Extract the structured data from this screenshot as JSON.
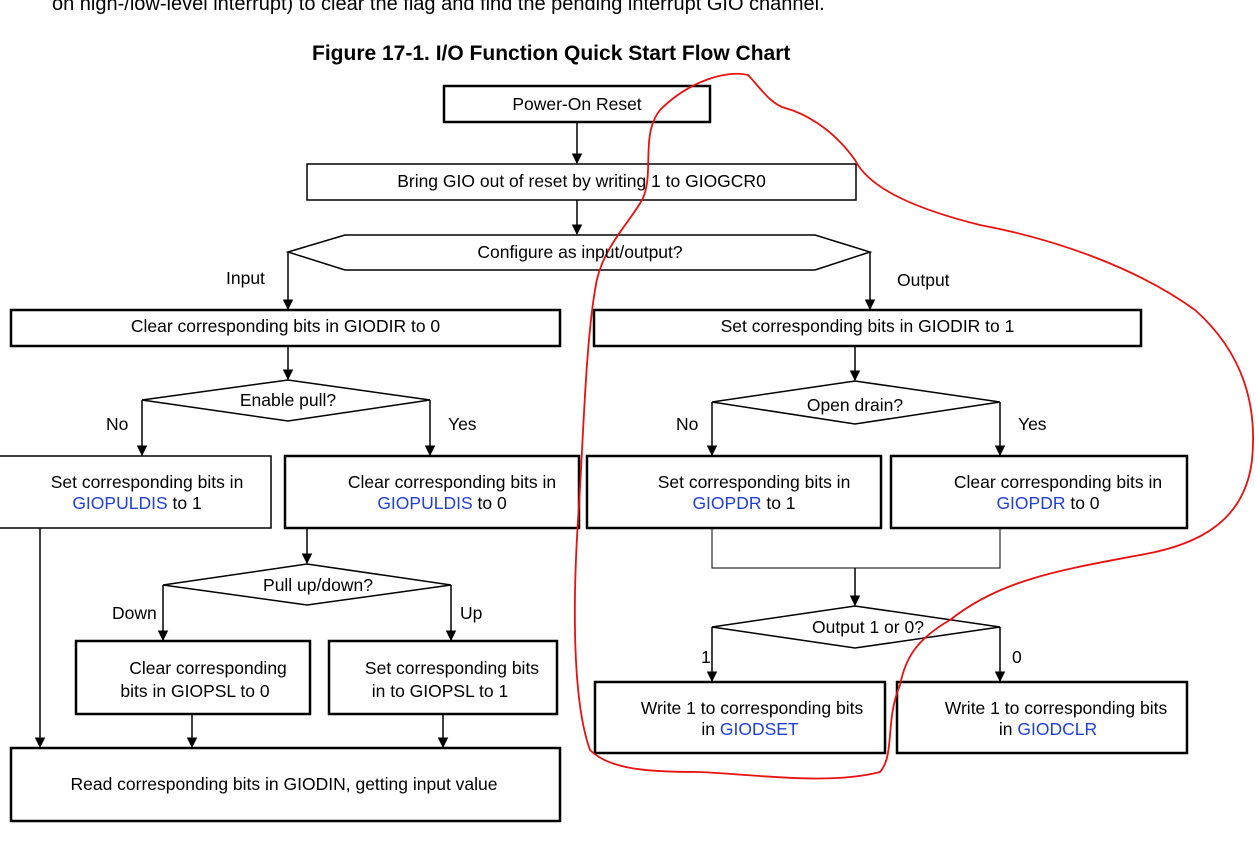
{
  "page": {
    "top_text": "on high-/low-level interrupt) to clear the flag and find the pending interrupt GIO channel.",
    "figure_title": "Figure 17-1. I/O Function Quick Start Flow Chart"
  },
  "nodes": {
    "power_on_reset": "Power-On Reset",
    "bring_out_of_reset": "Bring GIO out of reset by writing 1 to GIOGCR0",
    "configure_io": "Configure as input/output?",
    "clear_giodir": "Clear corresponding bits in GIODIR to 0",
    "set_giodir": "Set corresponding bits in GIODIR to 1",
    "enable_pull": "Enable pull?",
    "open_drain": "Open drain?",
    "set_giopuldis_line1": "Set corresponding bits in",
    "set_giopuldis_reg": "GIOPULDIS",
    "set_giopuldis_suffix": " to 1",
    "clear_giopuldis_line1": "Clear corresponding bits in",
    "clear_giopuldis_reg": "GIOPULDIS",
    "clear_giopuldis_suffix": " to 0",
    "set_giopdr_line1": "Set corresponding bits in",
    "set_giopdr_reg": "GIOPDR",
    "set_giopdr_suffix": " to 1",
    "clear_giopdr_line1": "Clear corresponding bits in",
    "clear_giopdr_reg": "GIOPDR",
    "clear_giopdr_suffix": " to 0",
    "pull_updown": "Pull up/down?",
    "output_1_or_0": "Output 1 or 0?",
    "clear_giopsl_line1": "Clear corresponding",
    "clear_giopsl_line2": "bits in GIOPSL to 0",
    "set_giopsl_line1": "Set corresponding bits",
    "set_giopsl_line2": "in  to GIOPSL to 1",
    "write_giodset_line1": "Write 1 to corresponding bits",
    "write_giodset_prefix": "in ",
    "write_giodset_reg": "GIODSET",
    "write_giodclr_line1": "Write 1 to  corresponding bits",
    "write_giodclr_prefix": "in ",
    "write_giodclr_reg": "GIODCLR",
    "read_giodin": "Read corresponding bits in GIODIN, getting input value"
  },
  "labels": {
    "input": "Input",
    "output": "Output",
    "pull_no": "No",
    "pull_yes": "Yes",
    "drain_no": "No",
    "drain_yes": "Yes",
    "down": "Down",
    "up": "Up",
    "out_one": "1",
    "out_zero": "0"
  },
  "colors": {
    "line": "#000000",
    "register_text": "#1f3fd6",
    "annotation": "#e8110f"
  }
}
